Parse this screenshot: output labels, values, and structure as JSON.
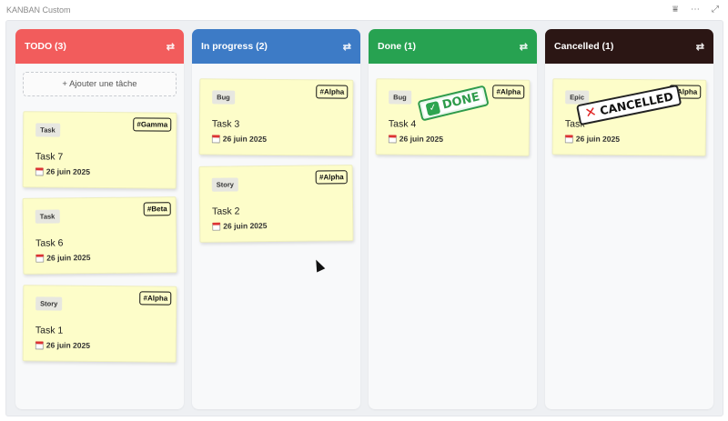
{
  "app": {
    "title": "KANBAN Custom"
  },
  "toolbar": {
    "icons": [
      "filter-icon",
      "more-icon",
      "expand-icon"
    ],
    "filter_glyph": "⩸",
    "more_glyph": "⋯",
    "expand_glyph": "⤢"
  },
  "colors": {
    "todo": "#f25c5c",
    "in_progress": "#3d7bc6",
    "done": "#27a251",
    "cancelled": "#2b1614",
    "card": "#fdfdc9"
  },
  "board": {
    "add_task_label": "+ Ajouter une tâche",
    "column_menu_glyph": "⇄",
    "columns": [
      {
        "title": "TODO (3)",
        "cards": [
          {
            "type": "Task",
            "tag": "#Gamma",
            "title": "Task 7",
            "date": "26 juin 2025"
          },
          {
            "type": "Task",
            "tag": "#Beta",
            "title": "Task 6",
            "date": "26 juin 2025"
          },
          {
            "type": "Story",
            "tag": "#Alpha",
            "title": "Task 1",
            "date": "26 juin 2025"
          }
        ]
      },
      {
        "title": "In progress (2)",
        "cards": [
          {
            "type": "Bug",
            "tag": "#Alpha",
            "title": "Task 3",
            "date": "26 juin 2025"
          },
          {
            "type": "Story",
            "tag": "#Alpha",
            "title": "Task 2",
            "date": "26 juin 2025"
          }
        ]
      },
      {
        "title": "Done (1)",
        "cards": [
          {
            "type": "Bug",
            "tag": "#Alpha",
            "title": "Task 4",
            "date": "26 juin 2025",
            "stamp": "DONE"
          }
        ]
      },
      {
        "title": "Cancelled (1)",
        "cards": [
          {
            "type": "Epic",
            "tag": "#Alpha",
            "title": "Task",
            "date": "26 juin 2025",
            "stamp": "CANCELLED"
          }
        ]
      }
    ]
  },
  "stamp_icons": {
    "done": "✓",
    "cancelled": "✕"
  }
}
